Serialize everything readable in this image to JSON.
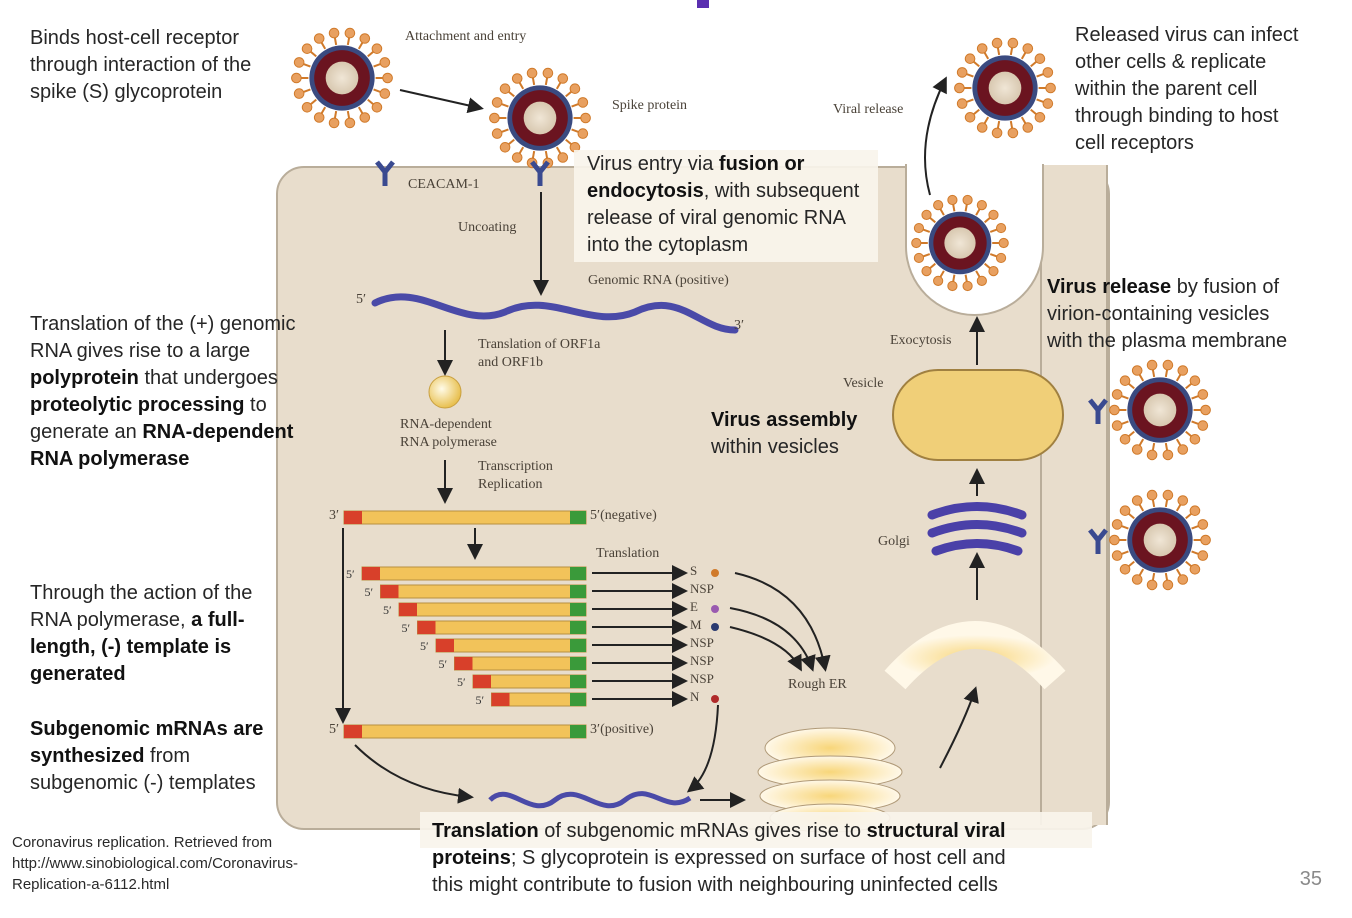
{
  "slide": {
    "page_number": "35",
    "title_fragment_color": "#5a2fb0"
  },
  "notes": {
    "binds": {
      "line1": "Binds host-cell receptor",
      "line2": "through interaction of the",
      "line3": "spike (S) glycoprotein"
    },
    "released": {
      "line1": "Released virus can infect",
      "line2": "other cells & replicate",
      "line3": "within the parent cell",
      "line4": "through binding to host",
      "line5": "cell receptors"
    },
    "entry": {
      "pre": "Virus entry via ",
      "bold1": "fusion or",
      "bold2": "endocytosis",
      "post1": ", with subsequent",
      "line3": "release of viral genomic RNA",
      "line4": "into the cytoplasm"
    },
    "translation": {
      "line1": "Translation of the (+) genomic",
      "line2": "RNA gives rise to a large",
      "bold3": "polyprotein",
      "post3": " that undergoes",
      "bold4": "proteolytic processing",
      "post4": " to",
      "pre5": "generate an ",
      "bold5": "RNA-dependent",
      "bold6": "RNA polymerase"
    },
    "release": {
      "bold1": "Virus release",
      "post1": " by fusion of",
      "line2": "virion-containing vesicles",
      "line3": "with the plasma membrane"
    },
    "assembly": {
      "bold1": "Virus assembly",
      "line2": "within vesicles"
    },
    "fulllength": {
      "line1": "Through the action of the",
      "pre2": "RNA polymerase, ",
      "bold2": "a full-",
      "bold3": "length, (-) template is",
      "bold4": "generated"
    },
    "subgenomic": {
      "bold1": "Subgenomic mRNAs are",
      "bold2": "synthesized",
      "post2": " from",
      "line3": "subgenomic (-) templates"
    },
    "structural": {
      "bold1": "Translation",
      "post1": " of subgenomic mRNAs gives rise to ",
      "bold1b": "structural viral",
      "bold2": "proteins",
      "post2": "; S glycoprotein is expressed on surface of host cell and",
      "line3": "this might contribute to fusion with neighbouring uninfected cells"
    },
    "reference": {
      "line1": "Coronavirus replication. Retrieved from",
      "line2": "http://www.sinobiological.com/Coronavirus-",
      "line3": "Replication-a-6112.html"
    }
  },
  "diagram_labels": {
    "attachment": "Attachment and entry",
    "spike_protein": "Spike protein",
    "viral_release": "Viral release",
    "ceacam": "CEACAM-1",
    "uncoating": "Uncoating",
    "genomic_rna": "Genomic RNA (positive)",
    "five_prime": "5′",
    "three_prime": "3′",
    "orf_line1": "Translation of ORF1a",
    "orf_line2": "and ORF1b",
    "rdrp_line1": "RNA-dependent",
    "rdrp_line2": "RNA polymerase",
    "tr_line1": "Transcription",
    "tr_line2": "Replication",
    "negative": "5′(negative)",
    "positive": "3′(positive)",
    "translation": "Translation",
    "exocytosis": "Exocytosis",
    "vesicle": "Vesicle",
    "golgi": "Golgi",
    "rough_er": "Rough ER"
  },
  "subgenomic_products": [
    "S",
    "NSP",
    "E",
    "M",
    "NSP",
    "NSP",
    "NSP",
    "N"
  ],
  "colors": {
    "cell": "#e8ddcc",
    "spike": "#d07a2a",
    "capsid": "#6b1420",
    "rna": "#4a4aa8",
    "utr5": "#d8402a",
    "utr3": "#3a9a3a",
    "body": "#f2c35a",
    "e_protein": "#9a5ab0",
    "n_protein": "#b02a2a"
  }
}
